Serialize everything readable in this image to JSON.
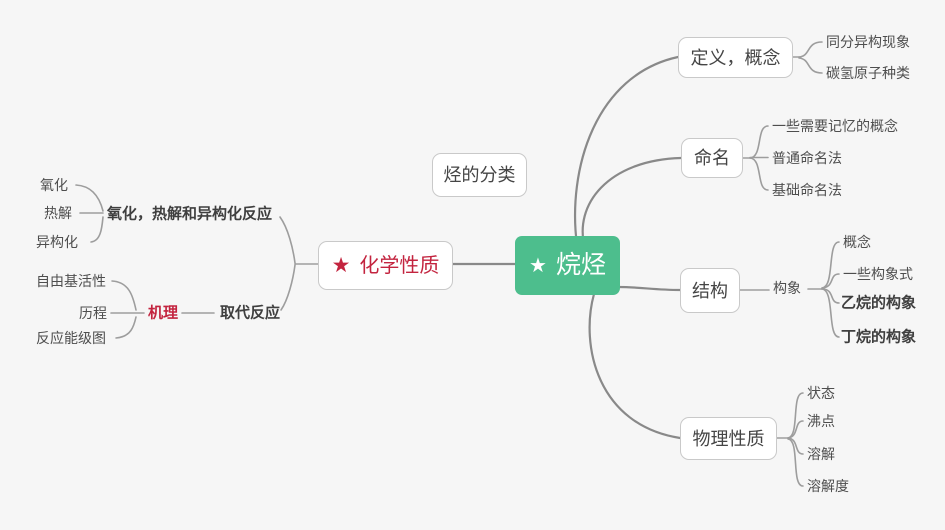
{
  "colors": {
    "background": "#f6f6f6",
    "root_fill": "#4dbe8d",
    "root_text": "#ffffff",
    "accent_red": "#c3243f",
    "box_border": "#c9c9c9",
    "box_fill": "#ffffff",
    "text_dark": "#3f3f3f",
    "text_gray": "#4e4e4e",
    "line_main": "#898989",
    "line_sub": "#9d9d9d"
  },
  "icons": {
    "star": "★"
  },
  "nodes": {
    "root": {
      "label": "烷烃"
    },
    "floating_topic": {
      "label": "烃的分类"
    },
    "chemical": {
      "label": "化学性质"
    },
    "oxidation_group": {
      "label": "氧化，热解和异构化反应"
    },
    "oxidation": {
      "label": "氧化"
    },
    "pyrolysis": {
      "label": "热解"
    },
    "isomerization": {
      "label": "异构化"
    },
    "substitution": {
      "label": "取代反应"
    },
    "mechanism": {
      "label": "机理"
    },
    "radical_activity": {
      "label": "自由基活性"
    },
    "process": {
      "label": "历程"
    },
    "energy_diagram": {
      "label": "反应能级图"
    },
    "definition": {
      "label": "定义，概念"
    },
    "isomerism": {
      "label": "同分异构现象"
    },
    "atom_types": {
      "label": "碳氢原子种类"
    },
    "naming": {
      "label": "命名"
    },
    "concepts_to_memorize": {
      "label": "一些需要记忆的概念"
    },
    "common_nomenclature": {
      "label": "普通命名法"
    },
    "basic_nomenclature": {
      "label": "基础命名法"
    },
    "structure": {
      "label": "结构"
    },
    "conformation": {
      "label": "构象"
    },
    "concept": {
      "label": "概念"
    },
    "conformation_formulas": {
      "label": "一些构象式"
    },
    "ethane_conformation": {
      "label": "乙烷的构象"
    },
    "butane_conformation": {
      "label": "丁烷的构象"
    },
    "physical": {
      "label": "物理性质"
    },
    "state": {
      "label": "状态"
    },
    "boiling_point": {
      "label": "沸点"
    },
    "dissolution": {
      "label": "溶解"
    },
    "solubility": {
      "label": "溶解度"
    }
  }
}
